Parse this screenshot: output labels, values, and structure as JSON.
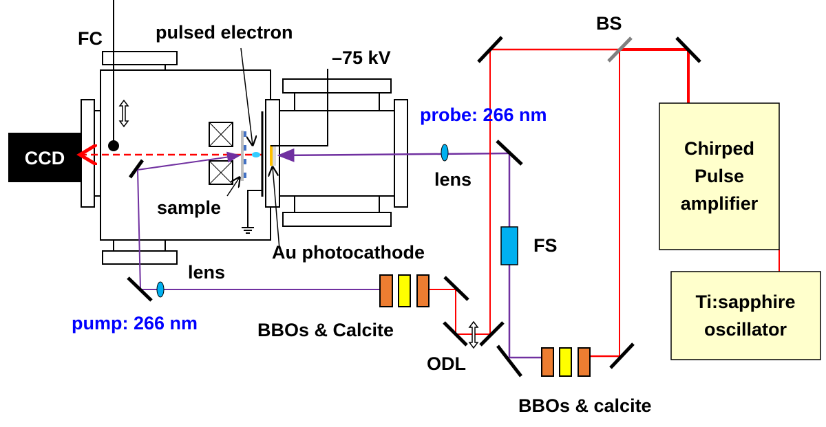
{
  "labels": {
    "fc": "FC",
    "pulsed_electron": "pulsed electron",
    "voltage": "–75 kV",
    "ccd": "CCD",
    "sample": "sample",
    "au_photocathode": "Au photocathode",
    "lens_probe": "lens",
    "lens_pump": "lens",
    "probe": "probe: 266 nm",
    "pump": "pump: 266 nm",
    "bs": "BS",
    "fs": "FS",
    "odl": "ODL",
    "bbos_pump": "BBOs & Calcite",
    "bbos_probe": "BBOs & calcite",
    "amplifier": [
      "Chirped",
      "Pulse",
      "amplifier"
    ],
    "oscillator": [
      "Ti:sapphire",
      "oscillator"
    ]
  },
  "colors": {
    "laser_fundamental": "#ff0000",
    "uv_beam": "#7030a0",
    "wavelength_label": "#0000ff",
    "crystal_bbo": "#ed7d31",
    "crystal_calcite": "#ffff00",
    "optic_blue": "#00b0f0",
    "laser_box": "#ffffcc",
    "photocathode": "#ffc000"
  }
}
